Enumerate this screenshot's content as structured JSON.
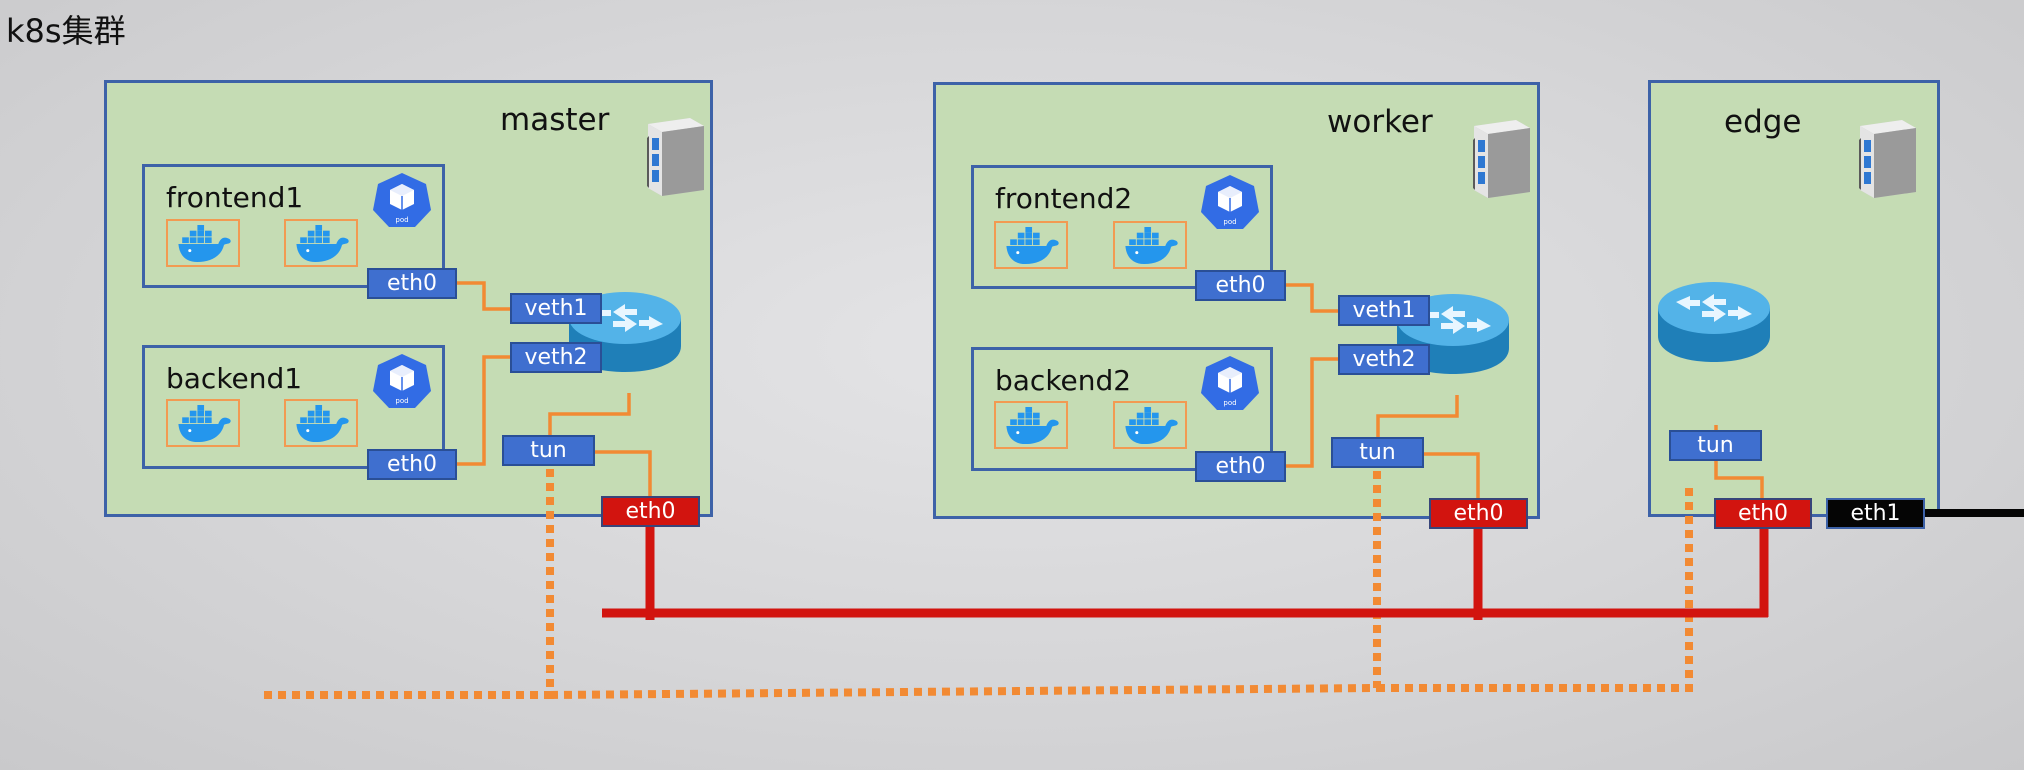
{
  "title": "k8s集群",
  "nodes": {
    "master": {
      "label": "master",
      "pods": [
        {
          "name": "frontend1",
          "eth": "eth0"
        },
        {
          "name": "backend1",
          "eth": "eth0"
        }
      ],
      "veth1": "veth1",
      "veth2": "veth2",
      "tun": "tun",
      "eth0": "eth0"
    },
    "worker": {
      "label": "worker",
      "pods": [
        {
          "name": "frontend2",
          "eth": "eth0"
        },
        {
          "name": "backend2",
          "eth": "eth0"
        }
      ],
      "veth1": "veth1",
      "veth2": "veth2",
      "tun": "tun",
      "eth0": "eth0"
    },
    "edge": {
      "label": "edge",
      "tun": "tun",
      "eth0": "eth0",
      "eth1": "eth1"
    }
  },
  "icons": {
    "pod_icon_text": "pod",
    "server": "server-icon",
    "router": "router-icon",
    "container": "docker-whale-icon"
  },
  "colors": {
    "node_fill": "#c5dcb4",
    "border_blue": "#3d62a8",
    "iface_blue": "#3f6fcf",
    "physical_red": "#d2140f",
    "tunnel_orange": "#f28a33"
  }
}
